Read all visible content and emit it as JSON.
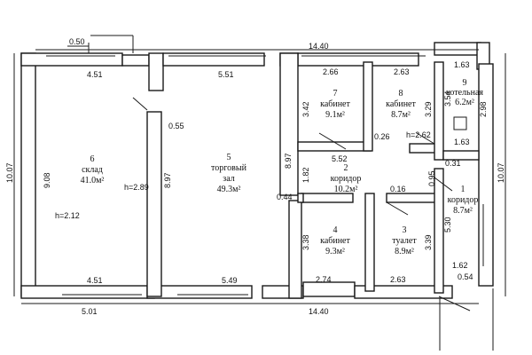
{
  "rooms": [
    {
      "num": "6",
      "name": "склад",
      "area": "41.0м²"
    },
    {
      "num": "5",
      "name": "торговый",
      "name2": "зал",
      "area": "49.3м²"
    },
    {
      "num": "7",
      "name": "кабинет",
      "area": "9.1м²"
    },
    {
      "num": "8",
      "name": "кабинет",
      "area": "8.7м²"
    },
    {
      "num": "9",
      "name": "котельная",
      "area": "6.2м²"
    },
    {
      "num": "2",
      "name": "коридор",
      "area": "10.2м²"
    },
    {
      "num": "4",
      "name": "кабинет",
      "area": "9.3м²"
    },
    {
      "num": "3",
      "name": "туалет",
      "area": "8.9м²"
    },
    {
      "num": "1",
      "name": "коридор",
      "area": "8.7м²"
    }
  ],
  "dims": {
    "top_total": "14.40",
    "bottom_total": "14.40",
    "left_height": "10.07",
    "right_height": "10.07",
    "d050": "0.50",
    "d451_top": "4.51",
    "d551": "5.51",
    "d266": "2.66",
    "d263_top": "2.63",
    "d163_top": "1.63",
    "d908": "9.08",
    "d897": "8.97",
    "d897b": "8.97",
    "d342": "3.42",
    "d329": "3.29",
    "d354": "3.54",
    "d298": "2.98",
    "d055": "0.55",
    "d026": "0.26",
    "d163_mid": "1.63",
    "d552": "5.52",
    "d182": "1.82",
    "d031": "0.31",
    "d095": "0.95",
    "d044": "0.44",
    "d016": "0.16",
    "d338": "3.38",
    "d339": "3.39",
    "d530": "5.30",
    "d162": "1.62",
    "d054": "0.54",
    "d451_bot": "4.51",
    "d549": "5.49",
    "d274": "2.74",
    "d263_bot": "2.63",
    "d501": "5.01",
    "h212": "h=2.12",
    "h289": "h=2.89",
    "h262": "h=2.62"
  },
  "colors": {
    "ink": "#1a1a1a",
    "paper": "#ffffff"
  }
}
